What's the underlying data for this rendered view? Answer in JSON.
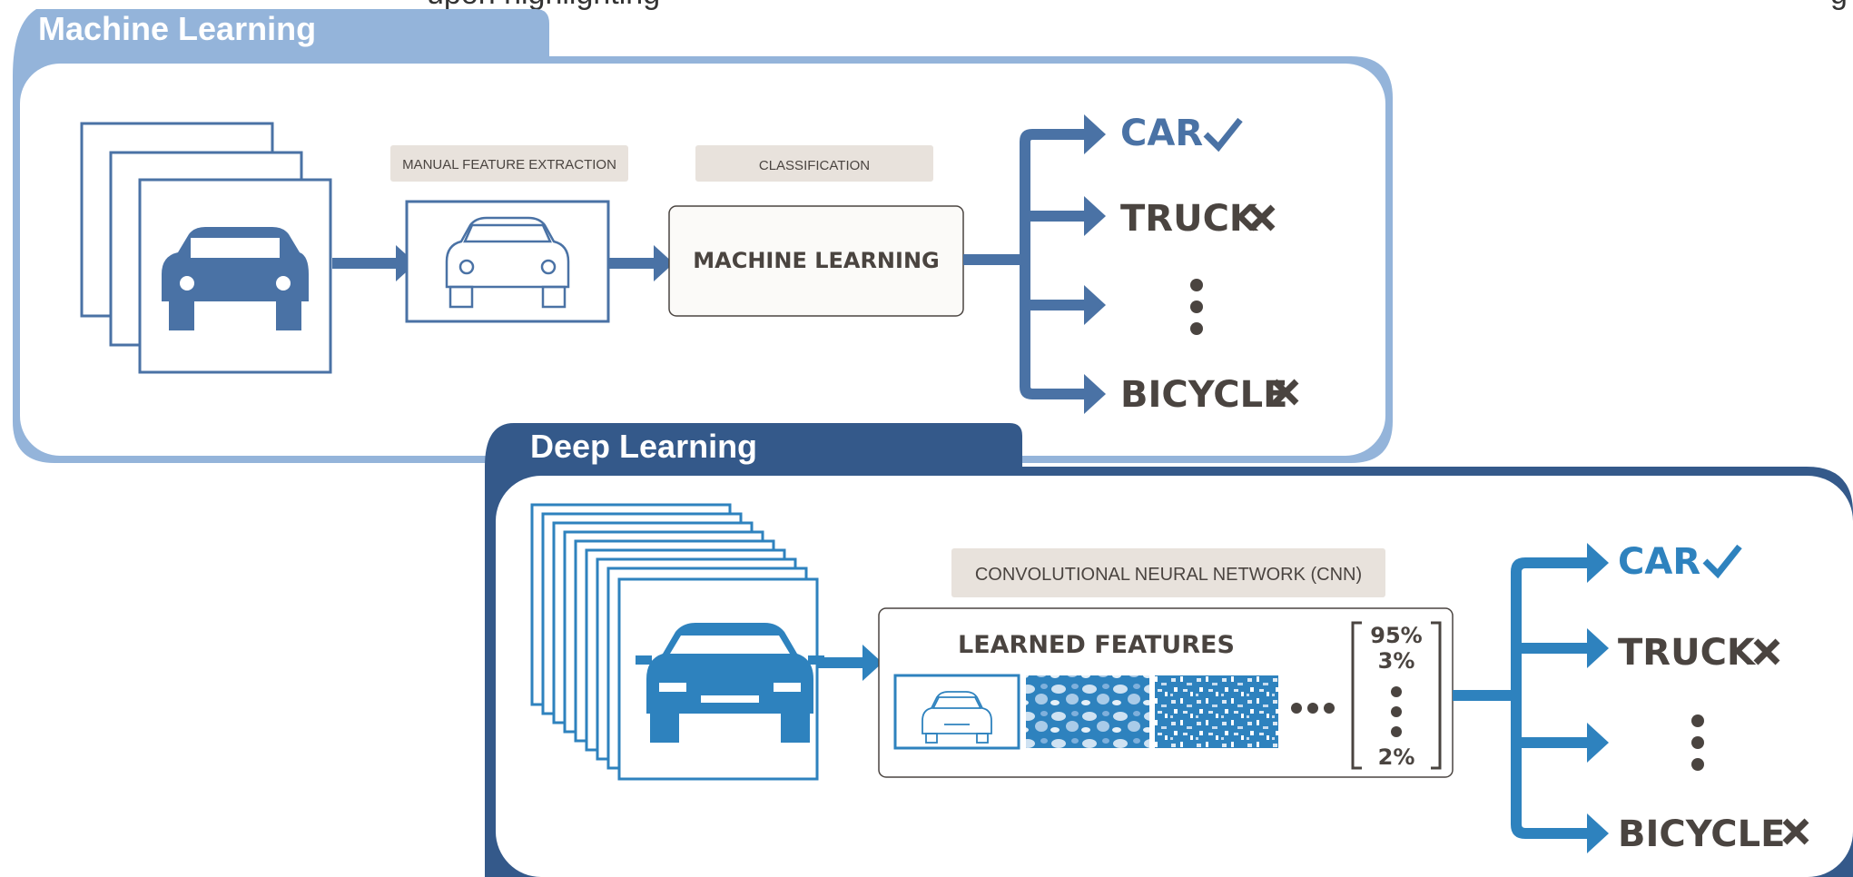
{
  "top_caption": "upon highlighting",
  "top_caption_tail": "g",
  "machine_learning": {
    "tab_title": "Machine Learning",
    "feature_label": "MANUAL FEATURE EXTRACTION",
    "classification_label": "CLASSIFICATION",
    "model_label": "MACHINE LEARNING",
    "outputs": [
      {
        "label": "CAR",
        "mark": "check"
      },
      {
        "label": "TRUCK",
        "mark": "cross"
      },
      {
        "label": "",
        "mark": "ellipsis"
      },
      {
        "label": "BICYCLE",
        "mark": "cross"
      }
    ]
  },
  "deep_learning": {
    "tab_title": "Deep Learning",
    "cnn_label": "CONVOLUTIONAL NEURAL NETWORK (CNN)",
    "features_label": "LEARNED FEATURES",
    "probabilities": [
      "95%",
      "3%",
      "2%"
    ],
    "outputs": [
      {
        "label": "CAR",
        "mark": "check"
      },
      {
        "label": "TRUCK",
        "mark": "cross"
      },
      {
        "label": "",
        "mark": "ellipsis"
      },
      {
        "label": "BICYCLE",
        "mark": "cross"
      }
    ]
  },
  "colors": {
    "ml_panel": "#94b4da",
    "ml_accent": "#4a72a5",
    "dl_panel": "#34598a",
    "dl_accent": "#2e82be",
    "label_bg": "#e8e2dc",
    "text_dark": "#4a4440"
  }
}
